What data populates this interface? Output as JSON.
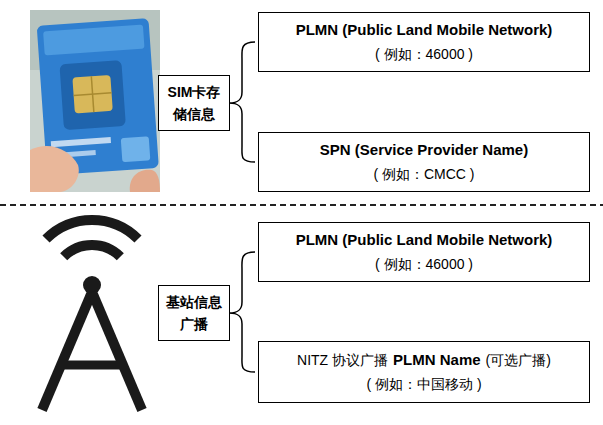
{
  "diagram": {
    "nodes": [
      {
        "text": [
          "SIM卡存储信息"
        ]
      },
      {
        "text": [
          "PLMN (Public Land Mobile Network)",
          "( 例如：46000 )"
        ]
      },
      {
        "text": [
          "SPN (Service Provider Name)",
          "( 例如：CMCC )"
        ]
      },
      {
        "text": [
          "基站信息广播"
        ]
      },
      {
        "text": [
          "PLMN (Public Land Mobile Network)",
          "( 例如：46000 )"
        ]
      },
      {
        "text": [
          "NITZ 协议广播",
          "PLMN Name",
          "(可选广播)",
          "( 例如：中国移动 )"
        ]
      }
    ]
  }
}
